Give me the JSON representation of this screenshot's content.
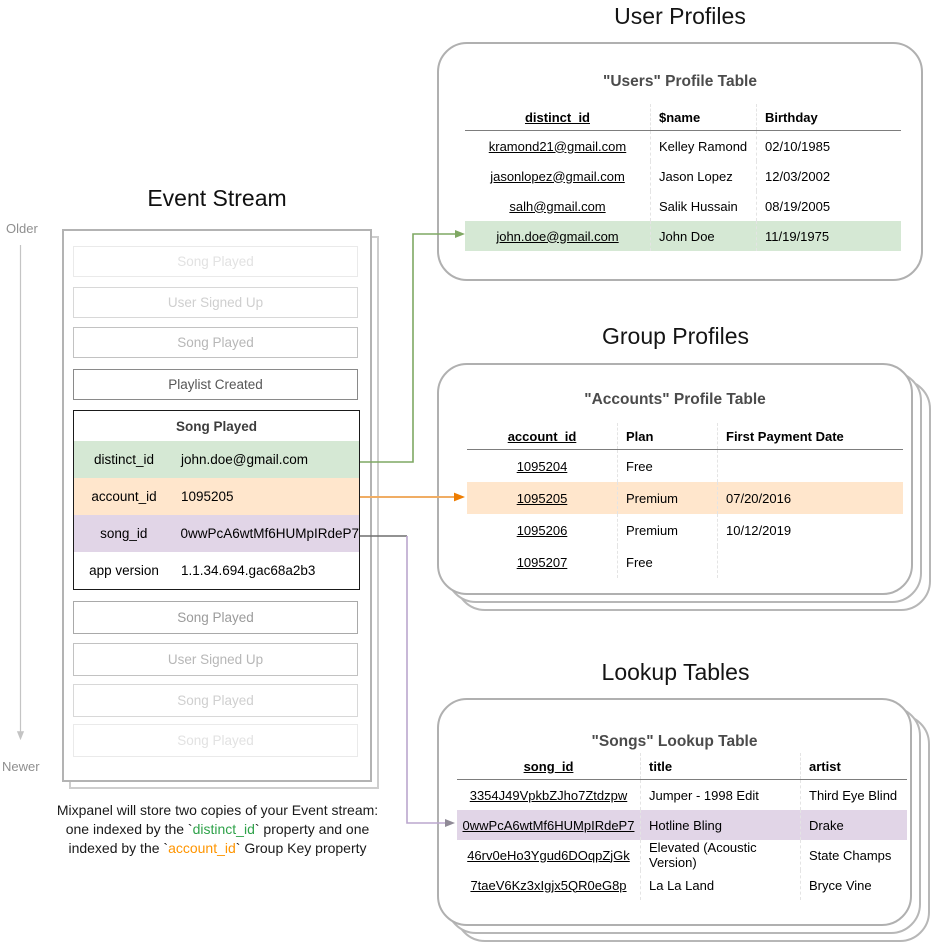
{
  "titles": {
    "event_stream": "Event Stream",
    "user_profiles": "User Profiles",
    "group_profiles": "Group Profiles",
    "lookup_tables": "Lookup Tables"
  },
  "timeline": {
    "older": "Older",
    "newer": "Newer"
  },
  "event_stream": {
    "events_before": [
      {
        "label": "Song Played",
        "fade": 5
      },
      {
        "label": "User Signed Up",
        "fade": 4
      },
      {
        "label": "Song Played",
        "fade": 3
      },
      {
        "label": "Playlist Created",
        "fade": 1
      }
    ],
    "card": {
      "title": "Song Played",
      "rows": [
        {
          "key": "distinct_id",
          "value": "john.doe@gmail.com",
          "color": "green"
        },
        {
          "key": "account_id",
          "value": "1095205",
          "color": "orange"
        },
        {
          "key": "song_id",
          "value": "0wwPcA6wtMf6HUMpIRdeP7",
          "color": "purple"
        },
        {
          "key": "app version",
          "value": "1.1.34.694.gac68a2b3",
          "color": "none"
        }
      ]
    },
    "events_after": [
      {
        "label": "Song Played",
        "fade": 2
      },
      {
        "label": "User Signed Up",
        "fade": 3
      },
      {
        "label": "Song Played",
        "fade": 4
      },
      {
        "label": "Song Played",
        "fade": 5
      }
    ]
  },
  "caption": {
    "lines": [
      [
        {
          "text": "Mixpanel will store two copies of your Event stream:",
          "color": "default"
        }
      ],
      [
        {
          "text": "one indexed by the `",
          "color": "default"
        },
        {
          "text": "distinct_id",
          "color": "green"
        },
        {
          "text": "` property and one",
          "color": "default"
        }
      ],
      [
        {
          "text": "indexed by the `",
          "color": "default"
        },
        {
          "text": "account_id",
          "color": "orange"
        },
        {
          "text": "` Group Key property",
          "color": "default"
        }
      ]
    ]
  },
  "users_table": {
    "title": "\"Users\" Profile Table",
    "columns": [
      "distinct_id",
      "$name",
      "Birthday"
    ],
    "rows": [
      [
        "kramond21@gmail.com",
        "Kelley Ramond",
        "02/10/1985"
      ],
      [
        "jasonlopez@gmail.com",
        "Jason Lopez",
        "12/03/2002"
      ],
      [
        "salh@gmail.com",
        "Salik Hussain",
        "08/19/2005"
      ],
      [
        "john.doe@gmail.com",
        "John Doe",
        "11/19/1975"
      ]
    ],
    "highlight_row": 3,
    "highlight_color": "#d5e8d4"
  },
  "accounts_table": {
    "title": "\"Accounts\" Profile Table",
    "columns": [
      "account_id",
      "Plan",
      "First Payment Date"
    ],
    "rows": [
      [
        "1095204",
        "Free",
        ""
      ],
      [
        "1095205",
        "Premium",
        "07/20/2016"
      ],
      [
        "1095206",
        "Premium",
        "10/12/2019"
      ],
      [
        "1095207",
        "Free",
        ""
      ]
    ],
    "highlight_row": 1,
    "highlight_color": "#ffe6cc"
  },
  "songs_table": {
    "title": "\"Songs\" Lookup Table",
    "columns": [
      "song_id",
      "title",
      "artist"
    ],
    "rows": [
      [
        "3354J49VpkbZJho7Ztdzpw",
        "Jumper - 1998 Edit",
        "Third Eye Blind"
      ],
      [
        "0wwPcA6wtMf6HUMpIRdeP7",
        "Hotline Bling",
        "Drake"
      ],
      [
        "46rv0eHo3Ygud6DOqpZjGk",
        "Elevated (Acoustic Version)",
        "State Champs"
      ],
      [
        "7taeV6Kz3xIgjx5QR0eG8p",
        "La La Land",
        "Bryce Vine"
      ]
    ],
    "highlight_row": 1,
    "highlight_color": "#e1d5e7"
  },
  "colors": {
    "green_bg": "#d5e8d4",
    "orange_bg": "#ffe6cc",
    "purple_bg": "#e1d5e7",
    "green_arrow": "#7fa863",
    "orange_arrow_line": "#f0ad64",
    "orange_arrow_head": "#ee7d01",
    "purple_arrow_line": "#bba7cd",
    "purple_arrow_head": "#908a97",
    "gray_stub": "#6f6f6f",
    "timeline_arrow": "#c4c4c4",
    "caption_green": "#2fa24a",
    "caption_orange": "#ff9500",
    "caption_default": "#1a1a1a"
  }
}
